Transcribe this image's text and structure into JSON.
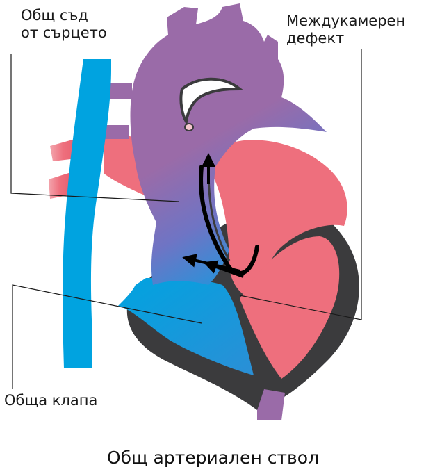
{
  "labels": {
    "common_vessel_line1": "Общ съд",
    "common_vessel_line2": "от сърцето",
    "vsd_line1": "Междукамерен",
    "vsd_line2": "дефект",
    "common_valve": "Обща клапа"
  },
  "caption": "Общ артериален ствол",
  "colors": {
    "trunk_purple": "#9a6ba8",
    "vena_cava_blue": "#00a3e0",
    "atrium_pink": "#ee6f7d",
    "myocardium_dark": "#3b3b3d",
    "arrow_black": "#000000",
    "pointer_line": "#1a1a1a"
  }
}
